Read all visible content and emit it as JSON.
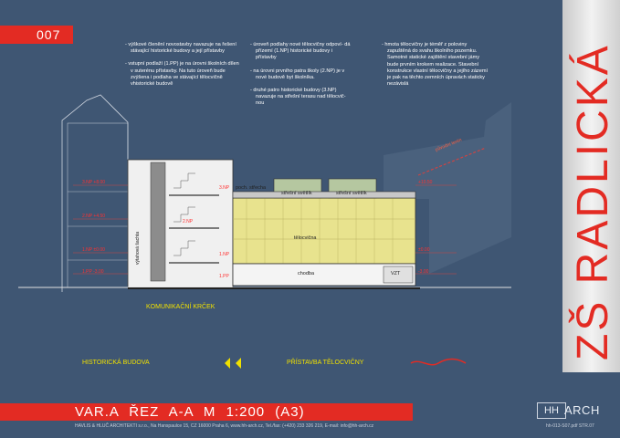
{
  "sheet_number": "007",
  "school_title": "ZŠ RADLICKÁ",
  "notes": {
    "col1": [
      "výškové členění novostavby navazuje na řešení stávající historické budovy a její přístavby",
      "vstupní podlaží (1.PP) je na úrovni školních dílen v suterénu přístavby. Na tuto úroveň bude zvýšena i podlaha ve stávající tělocvičně vhistorické budově"
    ],
    "col2": [
      "úroveň podlahy nové tělocvičny odpoví- dá přízemí (1.NP) historické budovy i přístavby",
      "na úrovni prvního patra školy (2.NP) je v nové budově byt školníka.",
      "druhé patro historické budovy (3.NP) navazuje na střešní terasu nad tělocvič- nou"
    ],
    "col3": [
      "hmota tělocvičny je téměř z poloviny zapuštěná do svahu školního pozemku. Samotné statické zajištění stavební jámy bude prvním krokem realizace. Stavební konstrukce vlastní tělocvičny a jejího zázemí je pak na těchto zemních úpravách staticky nezávislá"
    ]
  },
  "drawing": {
    "level_labels_left": [
      "3.NP +8.00",
      "2.NP +4.50",
      "1.NP ±0.00",
      "1.PP -3.00"
    ],
    "level_labels_right": [
      "+10.50",
      "±0.00",
      "-3.00"
    ],
    "floor_tags": [
      "3.NP",
      "2.NP",
      "1.NP",
      "1.PP"
    ],
    "rooms": {
      "roof_walk": "poch. střecha",
      "skylight_1": "střešní světlík",
      "skylight_2": "střešní světlík",
      "gym": "tělocvična",
      "corridor": "chodba",
      "vzt": "VZT",
      "shaft": "výtahová šachta"
    },
    "slope_label": "původní terén",
    "connector_label": "KOMUNIKAČNÍ KRČEK",
    "left_building_label": "HISTORICKÁ BUDOVA",
    "right_building_label": "PŘÍSTAVBA TĚLOCVIČNY",
    "colors": {
      "background": "#3f5673",
      "accent_red": "#e32b23",
      "gym_yellow": "#e8e38e",
      "label_yellow": "#f0e000",
      "roof_green": "#b5c7a0"
    }
  },
  "title_bar": "VAR.A   ŘEZ A-A   M 1:200 (A3)",
  "footer": "HAVLIS & HLUČ ARCHITEKTI s.r.o., Na Hanspaulce 15, CZ 16000 Praha 6, www.hh-arch.cz, Tel./fax: (+420) 233 326 219, E-mail: info@hh-arch.cz",
  "file_id": "hh-013-S07.pdf   STR.07",
  "logo": {
    "hh": "HH",
    "arch": "ARCH"
  }
}
